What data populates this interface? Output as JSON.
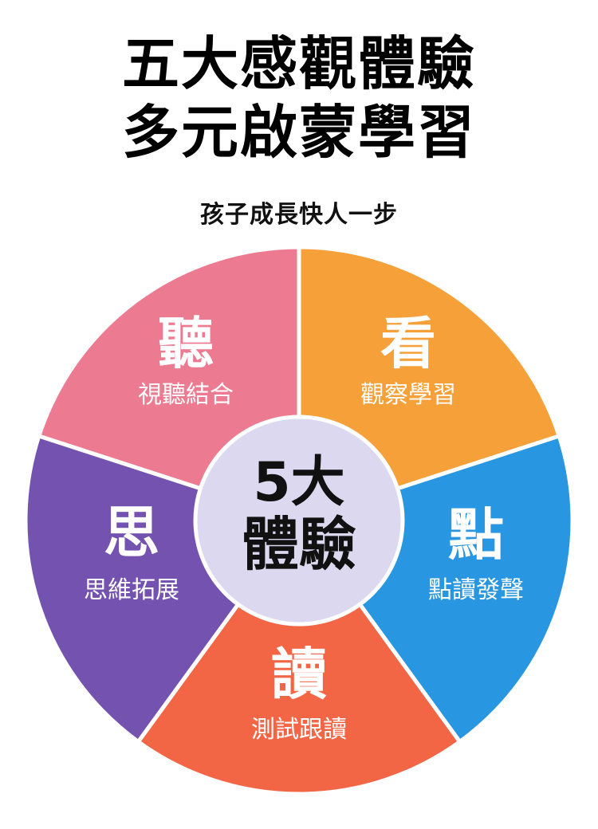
{
  "title_line1": "五大感觀體驗",
  "title_line2": "多元啟蒙學習",
  "subtitle": "孩子成長快人一步",
  "center": {
    "line1": "5大",
    "line2": "體驗",
    "color": "#dcd8f0"
  },
  "segments": [
    {
      "key": "listen",
      "big": "聽",
      "small": "視聽結合",
      "color": "#ec7a90"
    },
    {
      "key": "look",
      "big": "看",
      "small": "觀察學習",
      "color": "#f6a03a"
    },
    {
      "key": "point",
      "big": "點",
      "small": "點讀發聲",
      "color": "#2896e0"
    },
    {
      "key": "read",
      "big": "讀",
      "small": "測試跟讀",
      "color": "#f26646"
    },
    {
      "key": "think",
      "big": "思",
      "small": "思維拓展",
      "color": "#7452b0"
    }
  ]
}
